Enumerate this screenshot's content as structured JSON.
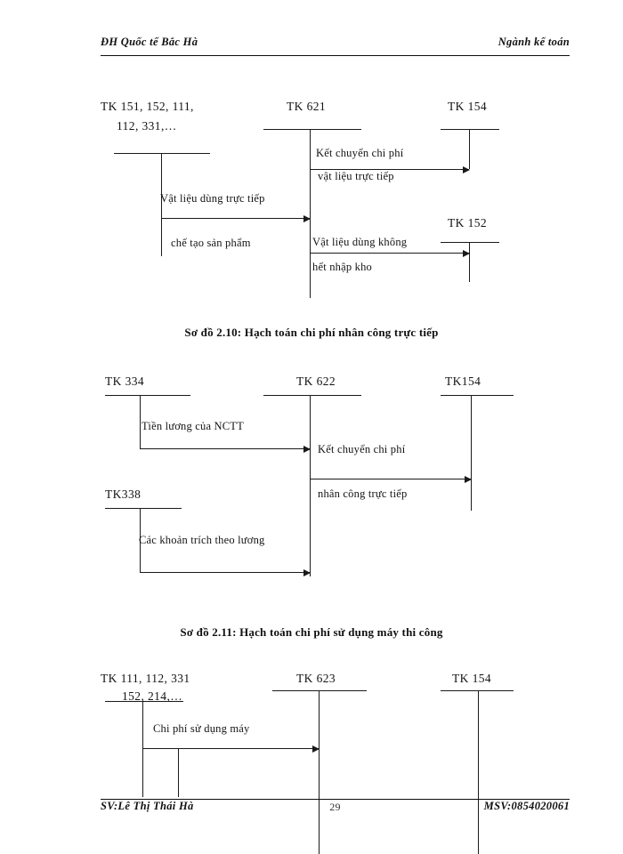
{
  "header": {
    "left": "ĐH  Quốc tế Bắc Hà",
    "right": "Ngành kế toán"
  },
  "footer": {
    "left": "SV:Lê Thị Thái Hà",
    "page_number": "29",
    "right": "MSV:0854020061"
  },
  "diagrams": [
    {
      "id": "so-do-direct-material",
      "accounts": [
        {
          "name": "tk-151-152-111",
          "label": "TK 151, 152, 111,"
        },
        {
          "name": "tk-112-331",
          "label": "112, 331,…"
        },
        {
          "name": "tk-621",
          "label": "TK 621"
        },
        {
          "name": "tk-154",
          "label": "TK 154"
        },
        {
          "name": "tk-152",
          "label": "TK 152"
        }
      ],
      "notes": [
        {
          "name": "note-ket-chuyen-chi-phi",
          "label": "Kết chuyển chi phí"
        },
        {
          "name": "note-vat-lieu-truc-tiep",
          "label": "vật liệu trực tiếp"
        },
        {
          "name": "note-vat-lieu-dung-truc-tiep",
          "label": "Vật liệu dùng trực tiếp"
        },
        {
          "name": "note-che-tao-san-pham",
          "label": "chế tạo sản phẩm"
        },
        {
          "name": "note-vat-lieu-dung-khong",
          "label": "Vật liệu dùng không"
        },
        {
          "name": "note-het-nhap-kho",
          "label": "hết nhập kho"
        }
      ]
    },
    {
      "id": "so-do-2-10",
      "caption": "Sơ đồ 2.10: Hạch toán chi phí nhân công trực tiếp",
      "accounts": [
        {
          "name": "tk-334",
          "label": "TK 334"
        },
        {
          "name": "tk-622",
          "label": "TK 622"
        },
        {
          "name": "tk-154",
          "label": "TK154"
        },
        {
          "name": "tk-338",
          "label": "TK338"
        }
      ],
      "notes": [
        {
          "name": "note-tien-luong-cua-nctt",
          "label": "Tiền lương của NCTT"
        },
        {
          "name": "note-ket-chuyen-chi-phi",
          "label": "Kết chuyển chi phí"
        },
        {
          "name": "note-nhan-cong-truc-tiep",
          "label": "nhân công trực tiếp"
        },
        {
          "name": "note-cac-khoan-trich-theo-luong",
          "label": "Các khoản trích theo lương"
        }
      ]
    },
    {
      "id": "so-do-2-11",
      "caption": "Sơ đồ 2.11: Hạch toán chi phí sử dụng máy thi công",
      "accounts": [
        {
          "name": "tk-111-112-331",
          "label": "TK 111, 112, 331"
        },
        {
          "name": "tk-152-214",
          "label": "152, 214,…"
        },
        {
          "name": "tk-623",
          "label": "TK 623"
        },
        {
          "name": "tk-154",
          "label": "TK 154"
        }
      ],
      "notes": [
        {
          "name": "note-chi-phi-su-dung-may",
          "label": "Chi phí sử dụng máy"
        }
      ]
    }
  ],
  "colors": {
    "ink": "#111111",
    "rule": "#1a1a1a",
    "paper": "#ffffff"
  }
}
